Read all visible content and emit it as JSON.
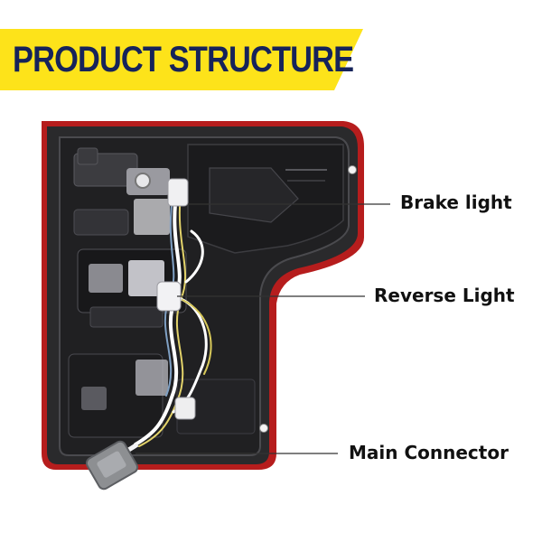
{
  "banner": {
    "title": "PRODUCT STRUCTURE",
    "accent_color": "#fde31a",
    "text_color": "#16235a"
  },
  "product": {
    "name": "tail-light-housing-rear-view",
    "edge_color": "#b61d1d",
    "body_color": "#2a2a2c"
  },
  "callouts": [
    {
      "label": "Brake light"
    },
    {
      "label": "Reverse Light"
    },
    {
      "label": "Main Connector"
    }
  ]
}
